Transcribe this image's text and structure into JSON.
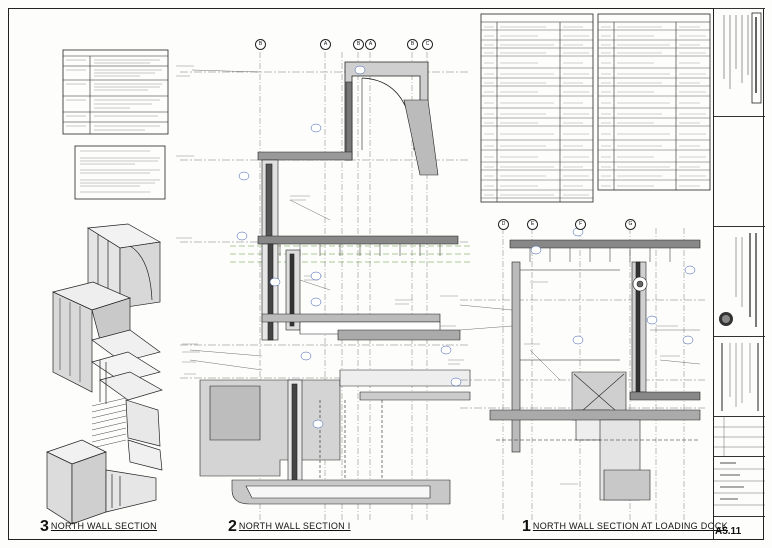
{
  "drawing_labels": {
    "view3": {
      "number": "3",
      "title": "NORTH WALL SECTION"
    },
    "view2": {
      "number": "2",
      "title": "NORTH WALL SECTION I"
    },
    "view1": {
      "number": "1",
      "title": "NORTH WALL SECTION AT LOADING DOCK"
    }
  },
  "title_block": {
    "sheet_number": "A5.11"
  },
  "grid_bubbles": [
    "B",
    "A",
    "B",
    "A",
    "B",
    "C",
    "D",
    "E",
    "F",
    "G"
  ]
}
